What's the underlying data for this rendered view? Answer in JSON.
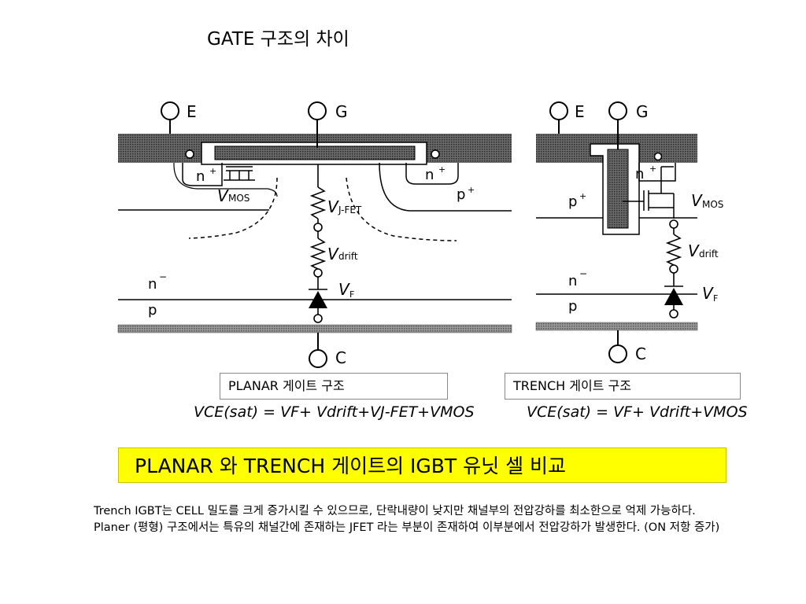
{
  "page": {
    "title": "GATE 구조의 차이"
  },
  "planar": {
    "terminal_e": "E",
    "terminal_g": "G",
    "terminal_c": "C",
    "n_plus": "n",
    "n_plus_sup": "+",
    "p_plus": "p",
    "p_plus_sup": "+",
    "n_minus": "n",
    "n_minus_sup": "−",
    "p": "p",
    "v_mos": "V",
    "v_mos_sub": "MOS",
    "v_jfet": "V",
    "v_jfet_sub": "J-FET",
    "v_drift": "V",
    "v_drift_sub": "drift",
    "v_f": "V",
    "v_f_sub": "F",
    "formula": "VCE(sat) = VF+ Vdrift+VJ-FET+VMOS",
    "caption": "PLANAR 게이트 구조"
  },
  "trench": {
    "terminal_e": "E",
    "terminal_g": "G",
    "terminal_c": "C",
    "n_plus": "n",
    "n_plus_sup": "+",
    "p_plus": "p",
    "p_plus_sup": "+",
    "n_minus": "n",
    "n_minus_sup": "−",
    "p": "p",
    "v_mos": "V",
    "v_mos_sub": "MOS",
    "v_drift": "V",
    "v_drift_sub": "drift",
    "v_f": "V",
    "v_f_sub": "F",
    "formula": "VCE(sat) = VF+ Vdrift+VMOS",
    "caption": "TRENCH 게이트 구조"
  },
  "banner": {
    "text": "PLANAR 와  TRENCH 게이트의 IGBT 유닛 셀 비교"
  },
  "description": {
    "line1": "Trench IGBT는 CELL 밀도를 크게 증가시킬 수 있으므로, 단락내량이 낮지만 채널부의 전압강하를 최소한으로 억제 가능하다.",
    "line2": "Planer (평형) 구조에서는 특유의 채널간에 존재하는 JFET 라는 부분이 존재하여 이부분에서 전압강하가 발생한다. (ON 저항 증가)"
  }
}
